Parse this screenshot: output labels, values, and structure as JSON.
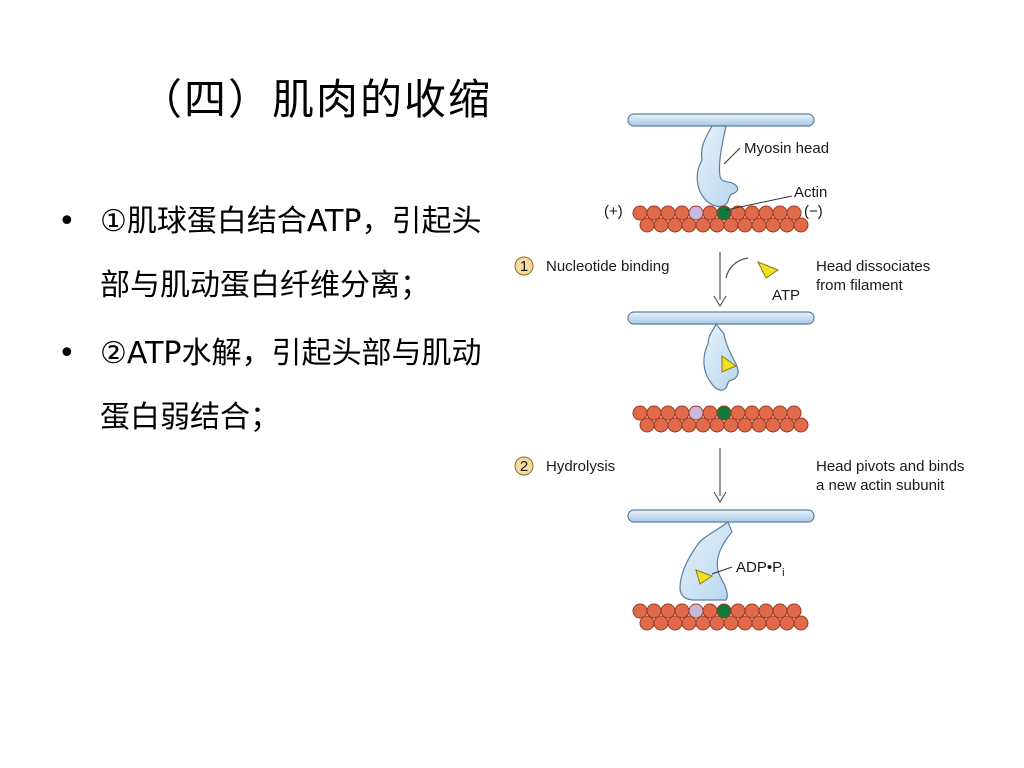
{
  "title": "（四）肌肉的收缩",
  "bullets": [
    {
      "marker": "•",
      "text": "①肌球蛋白结合ATP，引起头部与肌动蛋白纤维分离；"
    },
    {
      "marker": "•",
      "text": "②ATP水解，引起头部与肌动蛋白弱结合；"
    }
  ],
  "figure": {
    "labels": {
      "myosin_head": "Myosin head",
      "actin": "Actin",
      "plus": "(+)",
      "minus": "(−)",
      "step1_num": "1",
      "step1_label": "Nucleotide binding",
      "step1_desc_line1": "Head dissociates",
      "step1_desc_line2": "from filament",
      "atp": "ATP",
      "step2_num": "2",
      "step2_label": "Hydrolysis",
      "step2_desc_line1": "Head pivots and binds",
      "step2_desc_line2": "a new actin subunit",
      "adp_pi": "ADP•P",
      "adp_pi_sub": "i"
    },
    "colors": {
      "filament": "#cfe3f5",
      "filament_stroke": "#5b7fa0",
      "actin_bead": "#e06a4a",
      "actin_bead_stroke": "#9b3a22",
      "actin_lilac": "#c9b8dc",
      "actin_green": "#0f7a3a",
      "atp_fill": "#f2e024",
      "step_badge": "#f6dca0"
    }
  }
}
